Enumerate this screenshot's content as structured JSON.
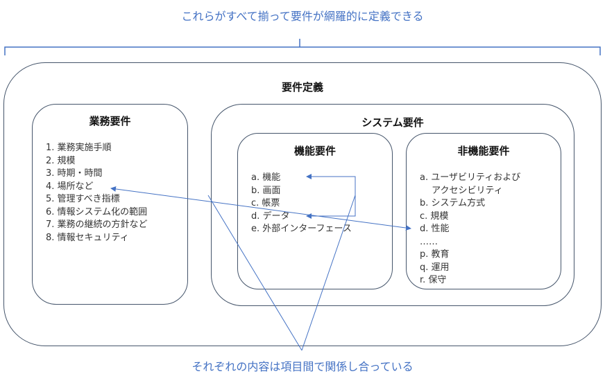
{
  "top_caption": "これらがすべて揃って要件が網羅的に定義できる",
  "bottom_caption": "それぞれの内容は項目間で関係し合っている",
  "colors": {
    "accent": "#4472c4",
    "border": "#44546a"
  },
  "requirements_definition": {
    "title": "要件定義",
    "business": {
      "title": "業務要件",
      "items": [
        "1. 業務実施手順",
        "2. 規模",
        "3. 時期・時間",
        "4. 場所など",
        "5. 管理すべき指標",
        "6. 情報システム化の範囲",
        "7. 業務の継続の方針など",
        "8. 情報セキュリティ"
      ]
    },
    "system": {
      "title": "システム要件",
      "functional": {
        "title": "機能要件",
        "items": [
          "a. 機能",
          "b. 画面",
          "c. 帳票",
          "d. データ",
          "e. 外部インターフェース"
        ]
      },
      "nonfunctional": {
        "title": "非機能要件",
        "items": [
          "a. ユーザビリティおよび",
          "　 アクセシビリティ",
          "b. システム方式",
          "c. 規模",
          "d. 性能",
          "……",
          "p. 教育",
          "q. 運用",
          "r. 保守"
        ]
      }
    }
  }
}
